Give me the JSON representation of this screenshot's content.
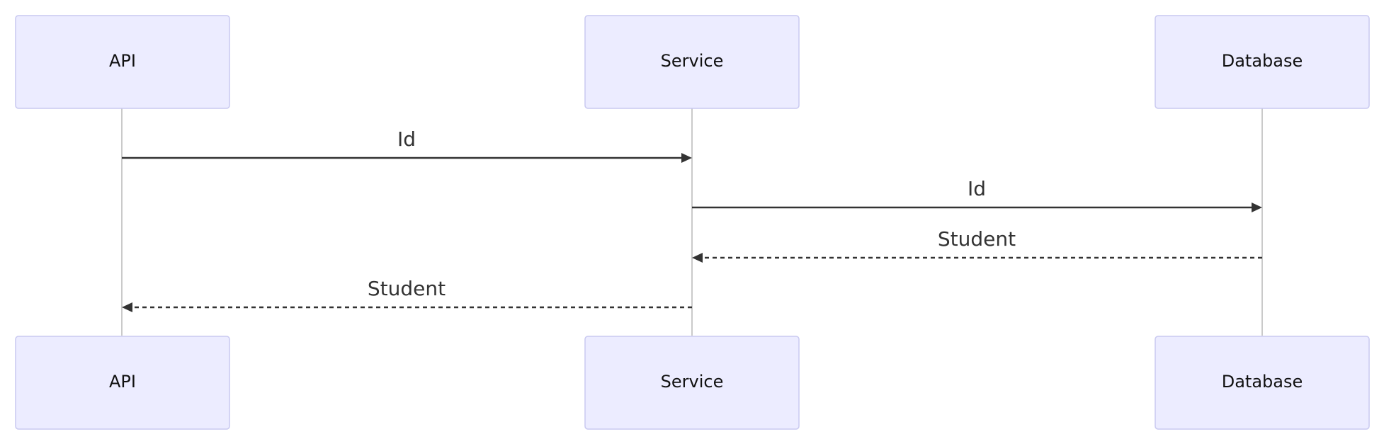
{
  "diagram": {
    "participants": [
      {
        "id": "api",
        "label": "API"
      },
      {
        "id": "service",
        "label": "Service"
      },
      {
        "id": "database",
        "label": "Database"
      }
    ],
    "messages": [
      {
        "from": "api",
        "to": "service",
        "label": "Id",
        "style": "solid"
      },
      {
        "from": "service",
        "to": "database",
        "label": "Id",
        "style": "solid"
      },
      {
        "from": "database",
        "to": "service",
        "label": "Student",
        "style": "dashed"
      },
      {
        "from": "service",
        "to": "api",
        "label": "Student",
        "style": "dashed"
      }
    ]
  },
  "colors": {
    "actor_fill": "#ececff",
    "actor_border": "#c9c9f0",
    "lifeline": "#b8b8b8",
    "arrow": "#333333"
  }
}
